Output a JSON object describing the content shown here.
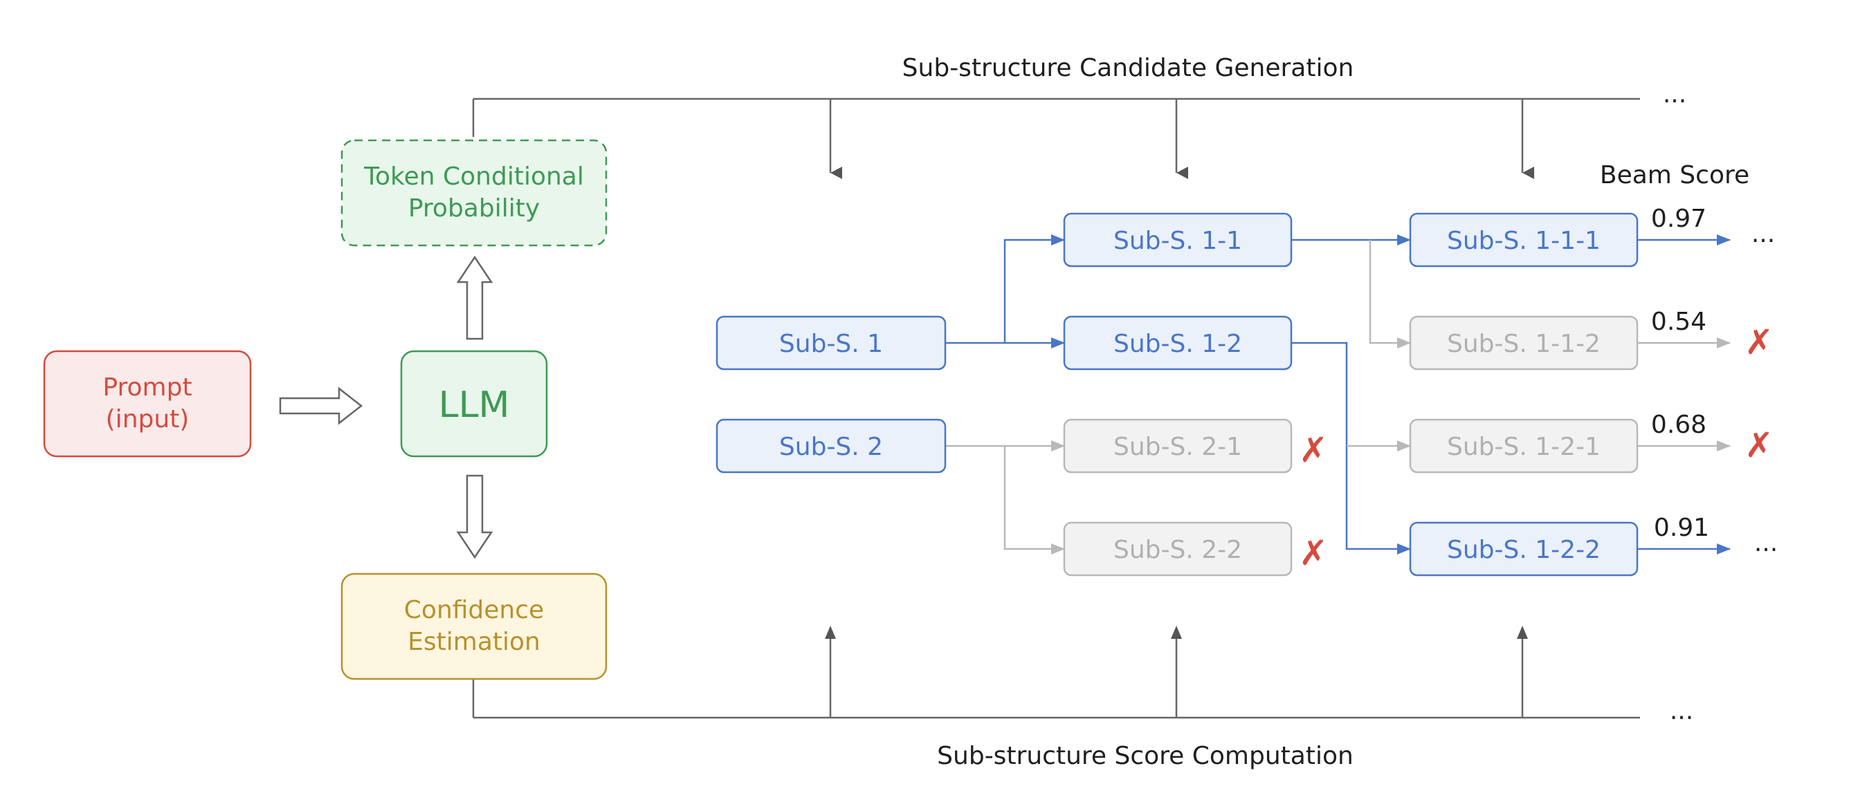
{
  "top_label": "Sub-structure Candidate Generation",
  "bottom_label": "Sub-structure Score Computation",
  "beam_score_header": "Beam Score",
  "ellipsis": "...",
  "reject_mark": "✗",
  "left_panel": {
    "prompt_line1": "Prompt",
    "prompt_line2": "(input)",
    "llm": "LLM",
    "token_prob_line1": "Token Conditional",
    "token_prob_line2": "Probability",
    "confidence_line1": "Confidence",
    "confidence_line2": "Estimation"
  },
  "nodes": {
    "s1": "Sub-S. 1",
    "s2": "Sub-S. 2",
    "s1_1": "Sub-S. 1-1",
    "s1_2": "Sub-S. 1-2",
    "s2_1": "Sub-S. 2-1",
    "s2_2": "Sub-S. 2-2",
    "s1_1_1": "Sub-S. 1-1-1",
    "s1_1_2": "Sub-S. 1-1-2",
    "s1_2_1": "Sub-S. 1-2-1",
    "s1_2_2": "Sub-S. 1-2-2"
  },
  "scores": {
    "s1_1_1": "0.97",
    "s1_1_2": "0.54",
    "s1_2_1": "0.68",
    "s1_2_2": "0.91"
  },
  "colors": {
    "blue": "#4a76c8",
    "blue_fill": "#eaf1fb",
    "gray": "#b8b8b8",
    "gray_fill": "#f2f2f2",
    "red": "#d64b3f",
    "green": "#3d9a54",
    "gold": "#b8912a"
  }
}
